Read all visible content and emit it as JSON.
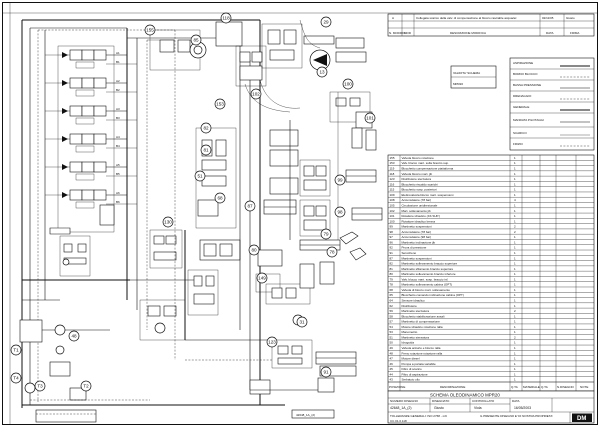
{
  "revision_block": {
    "rows": [
      {
        "index": "A",
        "description": "Collegata scarico della valv. di compensazione al blocco rasciable acqua/ac",
        "date": "02/11/05",
        "sig": "Giusto"
      },
      {
        "index": "",
        "description": "",
        "date": "",
        "sig": ""
      }
    ],
    "headers": {
      "index": "N. MODIFIC.",
      "mod": "MOD",
      "description": "DESCRIZIONE MODIFICA",
      "date": "DATA",
      "sig": "FIRMA"
    }
  },
  "legend_box": {
    "title": "VALIDITA' SCHEMA",
    "model": "MPR20"
  },
  "line_legend": [
    "ASPIRAZIONE",
    "BORDO BLOCCO",
    "BASSA PRESSIONE",
    "DRENAGGIO",
    "GENERALE",
    "MANDATA PILOTAGGI",
    "SCARICO",
    "FRIZIO"
  ],
  "parts_table": {
    "rows": [
      {
        "code": "155",
        "desc": "Valvola blocco rotazione",
        "qty": "1"
      },
      {
        "code": "153",
        "desc": "Valv. blocco mart. sulla braccio sup.",
        "qty": "1"
      },
      {
        "code": "119",
        "desc": "Blocchetto compensazione piattaforma",
        "qty": "1"
      },
      {
        "code": "118",
        "desc": "Valvola blocco mart. jib",
        "qty": "1"
      },
      {
        "code": "123",
        "desc": "Distributore sterzatura",
        "qty": "1"
      },
      {
        "code": "116",
        "desc": "Blocchetto riscaldo scarichi",
        "qty": "1"
      },
      {
        "code": "115",
        "desc": "Blocchetto sosp. posteriori",
        "qty": "1"
      },
      {
        "code": "109",
        "desc": "Elettrovalvola blocco mart. sospensioni",
        "qty": "1"
      },
      {
        "code": "108",
        "desc": "Accumulatore (78 bar)",
        "qty": "4"
      },
      {
        "code": "105",
        "desc": "Circolazione unidirezionale",
        "qty": "1"
      },
      {
        "code": "102",
        "desc": "Mart. sollevamento jib",
        "qty": "1"
      },
      {
        "code": "101",
        "desc": "Rotattore idraulico (Jib SUP.)",
        "qty": "1"
      },
      {
        "code": "100",
        "desc": "Rotattore idraulico benna",
        "qty": "1"
      },
      {
        "code": "99",
        "desc": "Martinetto sospensioni",
        "qty": "2"
      },
      {
        "code": "98",
        "desc": "Accumulatore (78 bar)",
        "qty": "2"
      },
      {
        "code": "97",
        "desc": "Accumulatore (98 bar)",
        "qty": "1"
      },
      {
        "code": "96",
        "desc": "Martinetto inclinazione jib",
        "qty": "1"
      },
      {
        "code": "92",
        "desc": "Prova di pressione",
        "qty": "1"
      },
      {
        "code": "91",
        "desc": "Servofreno",
        "qty": "1"
      },
      {
        "code": "87",
        "desc": "Martinetto sospensioni",
        "qty": "1"
      },
      {
        "code": "82",
        "desc": "Martinetto sollevamento braccio superiore",
        "qty": "1"
      },
      {
        "code": "81",
        "desc": "Martinetto sfilamento braccio superiore",
        "qty": "1"
      },
      {
        "code": "80",
        "desc": "Martinetto sollevamento braccio inferiore",
        "qty": "1"
      },
      {
        "code": "79",
        "desc": "Valv. blocco mart. sosp. braccio inf.",
        "qty": "1"
      },
      {
        "code": "78",
        "desc": "Martinetto sollevamento cabina (OPT)",
        "qty": "1"
      },
      {
        "code": "68",
        "desc": "Valvola di blocco mart. sollevamento",
        "qty": "1"
      },
      {
        "code": "65",
        "desc": "Blocchetto comando inclinazione cabina (OPT)",
        "qty": "1"
      },
      {
        "code": "64",
        "desc": "Sensore idraulico",
        "qty": "1"
      },
      {
        "code": "62",
        "desc": "Distributore",
        "qty": "1"
      },
      {
        "code": "59",
        "desc": "Martinetto sterzatura",
        "qty": "2"
      },
      {
        "code": "58",
        "desc": "Blocchetto stabilizzazione assali",
        "qty": "1"
      },
      {
        "code": "57",
        "desc": "Martinetto di compensazione",
        "qty": "1"
      },
      {
        "code": "54",
        "desc": "Motore idraulico rotazione ralla",
        "qty": "1"
      },
      {
        "code": "53",
        "desc": "Manometrio",
        "qty": "1"
      },
      {
        "code": "51",
        "desc": "Martinetto sterzatura",
        "qty": "2"
      },
      {
        "code": "50",
        "desc": "Idroguida",
        "qty": "1"
      },
      {
        "code": "49",
        "desc": "Valvola antiurto e blocco ralla",
        "qty": "1"
      },
      {
        "code": "48",
        "desc": "Freno rotazione rotazione ralla",
        "qty": "1"
      },
      {
        "code": "47",
        "desc": "Motore diesel",
        "qty": "1"
      },
      {
        "code": "46",
        "desc": "Pompa a portata variabile",
        "qty": "1"
      },
      {
        "code": "45",
        "desc": "Filtro di scarico",
        "qty": "1"
      },
      {
        "code": "44",
        "desc": "Filtro di aspirazione",
        "qty": "1"
      },
      {
        "code": "43",
        "desc": "Serbatoio olio",
        "qty": "1"
      }
    ],
    "header": {
      "code": "POSIZIONE",
      "desc": "DENOMINAZIONE",
      "qty": "Q.TA",
      "material": "MATERIALE",
      "weight": "Q.TA",
      "dim": "N.DISEGNO",
      "notes": "NOTE"
    }
  },
  "title_block": {
    "title": "SCHEMA OLEODINAMICO MPR20",
    "drawing_number": "42648_1A_(2)",
    "drawn_by": "Giusto",
    "checked_by": "Viola",
    "date": "16/05/2003",
    "scale": "",
    "footer_code": "42648_1A_(2)",
    "footer_ref": "CC.01.0.118",
    "labels": {
      "drawing_no": "NUMERO DISEGNO",
      "drawn": "DISEGNATO",
      "checked": "CONTROLLATO",
      "date": "DATA"
    },
    "logo": "DM",
    "notes_left": "TOLLERANZE GENERALI: ISO 2768 - mK",
    "notes_right": "IL PRESENTE DISEGNO E' DI NOSTRA PROPRIETA'"
  },
  "component_tags": [
    "155",
    "118",
    "29",
    "13",
    "85",
    "102",
    "153",
    "100",
    "101",
    "82",
    "81",
    "99",
    "51",
    "68",
    "98",
    "87",
    "130",
    "80",
    "149",
    "79",
    "78",
    "31",
    "123",
    "91",
    "T2",
    "T3",
    "48",
    "T1",
    "T4"
  ],
  "valve_labels": [
    "A1",
    "B1",
    "A2",
    "B2",
    "A3",
    "B3",
    "A4",
    "B4",
    "A5",
    "B5",
    "A6",
    "B6"
  ]
}
